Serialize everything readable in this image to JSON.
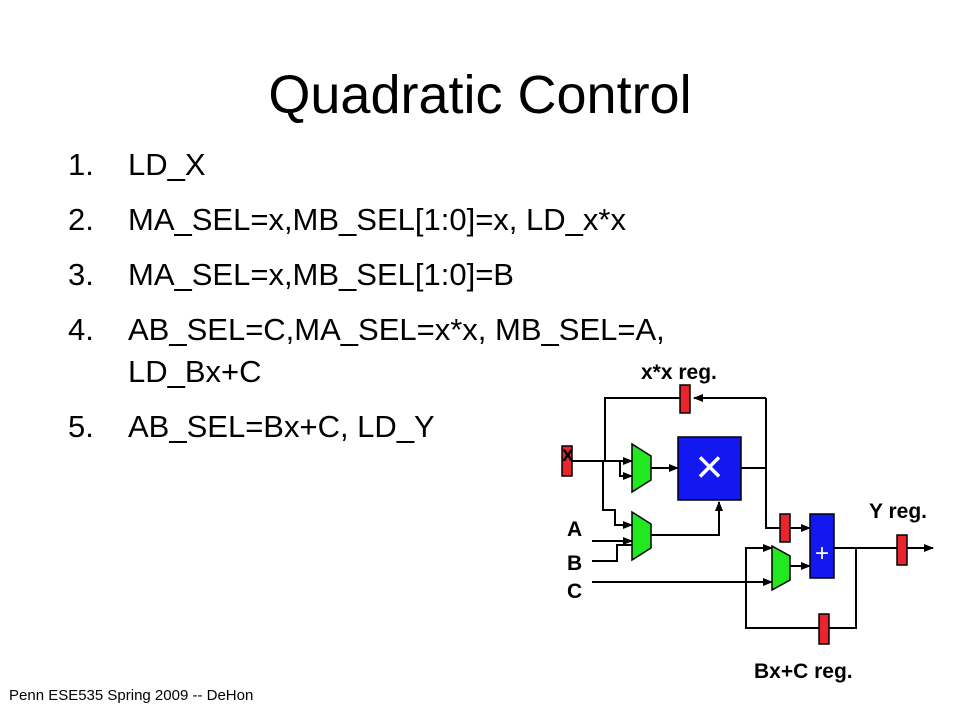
{
  "slide": {
    "title": "Quadratic Control",
    "steps": [
      {
        "num": "1.",
        "lines": [
          "LD_X"
        ]
      },
      {
        "num": "2.",
        "lines": [
          "MA_SEL=x,MB_SEL[1:0]=x, LD_x*x"
        ]
      },
      {
        "num": "3.",
        "lines": [
          "MA_SEL=x,MB_SEL[1:0]=B"
        ]
      },
      {
        "num": "4.",
        "lines": [
          "AB_SEL=C,MA_SEL=x*x, MB_SEL=A,",
          "LD_Bx+C"
        ]
      },
      {
        "num": "5.",
        "lines": [
          "AB_SEL=Bx+C, LD_Y"
        ]
      }
    ],
    "footer": "Penn ESE535 Spring 2009 -- DeHon"
  },
  "diagram": {
    "labels": {
      "xx_reg": "x*x reg.",
      "x_input": "x",
      "a_input": "A",
      "b_input": "B",
      "c_input": "C",
      "y_reg": "Y reg.",
      "bxc_reg": "Bx+C reg."
    },
    "multiplier_symbol": "×",
    "adder_symbol": "+",
    "colors": {
      "register": "#e8242c",
      "mux": "#22e822",
      "functional_unit": "#1418f0",
      "unit_symbol": "#ffffff",
      "wire": "#000000"
    }
  }
}
